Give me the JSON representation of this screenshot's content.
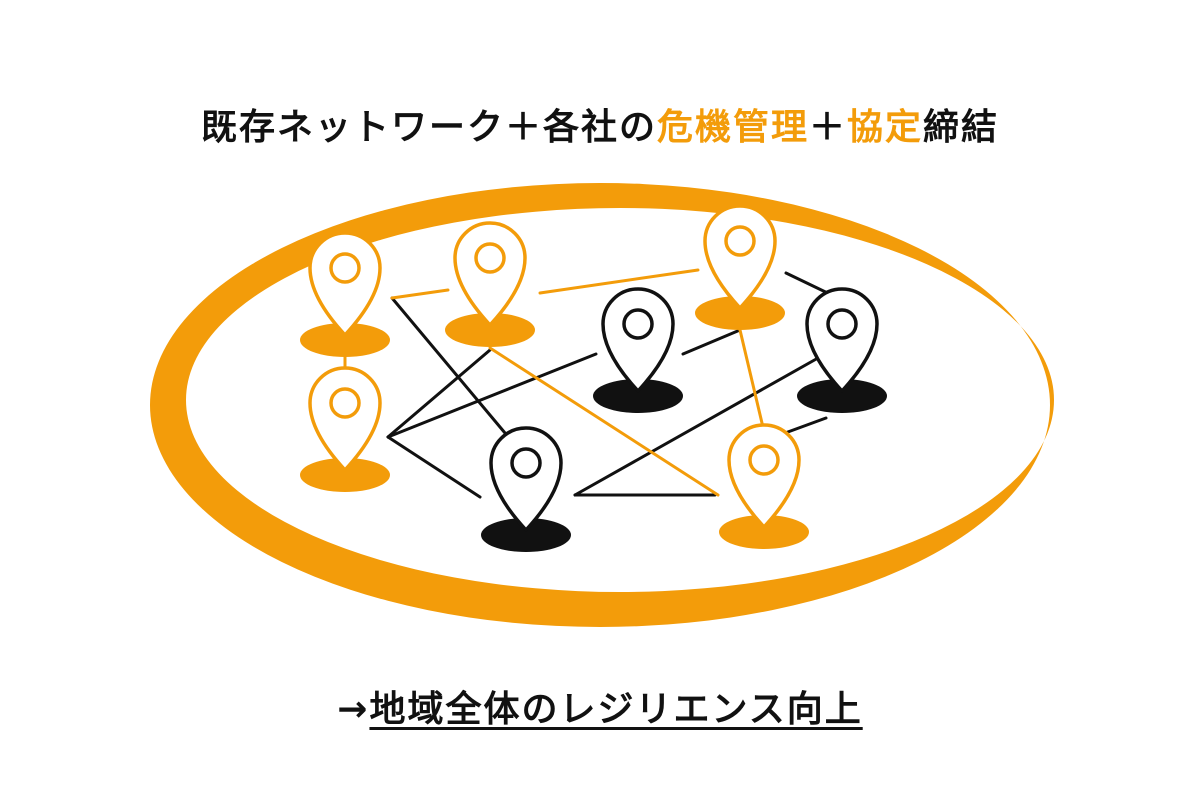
{
  "title": {
    "part1": "既存ネットワーク＋各社の",
    "highlight1": "危機管理",
    "part2": "＋",
    "highlight2": "協定",
    "part3": "締結"
  },
  "footer": {
    "arrow": "→",
    "text": "地域全体のレジリエンス向上"
  },
  "colors": {
    "accent": "#f39c0a",
    "dark": "#111111",
    "background": "#ffffff"
  },
  "icons": {
    "pin": "map-pin-icon",
    "ring": "community-ellipse"
  }
}
